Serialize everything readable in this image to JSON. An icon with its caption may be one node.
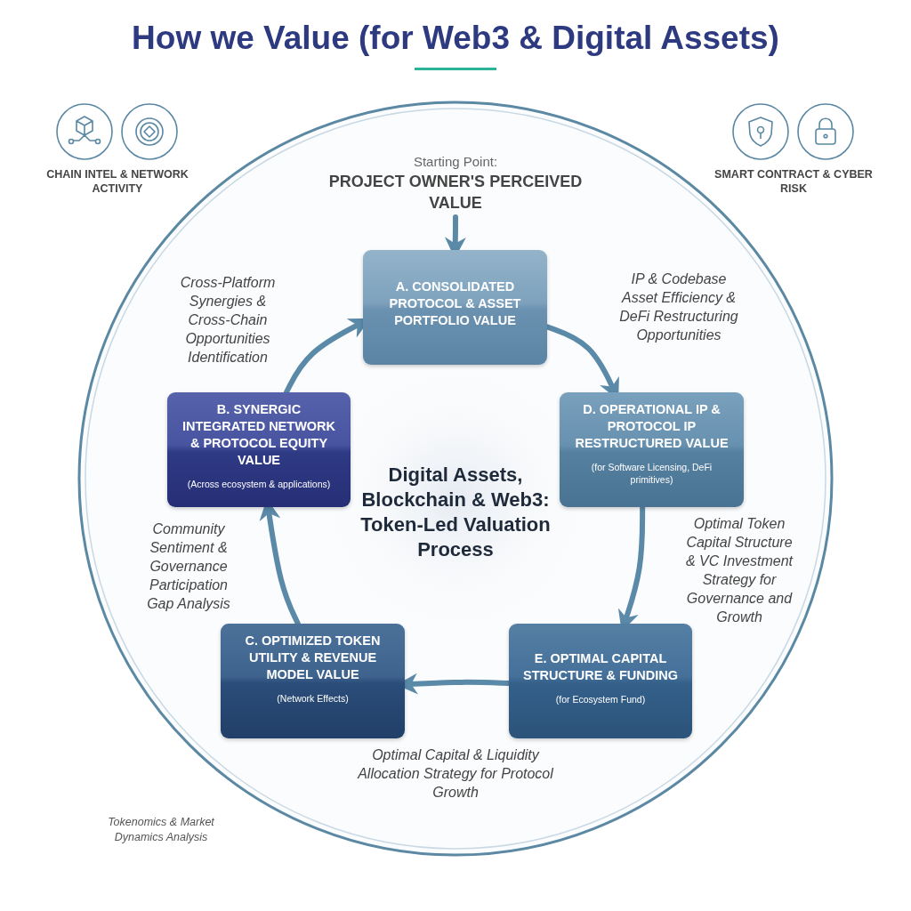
{
  "diagram": {
    "title": "How we Value (for Web3 & Digital Assets)",
    "nodes": [
      {
        "text": [
          "Starting Point:",
          "PROJECT OWNER'S PERCEIVED VALUE"
        ]
      },
      {
        "text": [
          "A. CONSOLIDATED PROTOCOL & ASSET PORTFOLIO VALUE"
        ]
      },
      {
        "text": [
          "D. OPERATIONAL IP & PROTOCOL IP RESTRUCTURED VALUE",
          "(for Software Licensing, DeFi primitives)"
        ]
      },
      {
        "text": [
          "E. OPTIMAL CAPITAL STRUCTURE & FUNDING",
          "(for Ecosystem Fund)"
        ]
      },
      {
        "text": [
          "C. OPTIMIZED TOKEN UTILITY & REVENUE MODEL VALUE",
          "(Network Effects)"
        ]
      },
      {
        "text": [
          "B. SYNERGIC INTEGRATED NETWORK & PROTOCOL EQUITY VALUE",
          "(Across ecosystem & applications)"
        ]
      }
    ],
    "edges": [
      {
        "from": 0,
        "to": 1,
        "arrow": "to"
      },
      {
        "from": 1,
        "to": 2,
        "arrow": "to",
        "label": "IP & Codebase Asset Efficiency & DeFi Restructuring Opportunities"
      },
      {
        "from": 2,
        "to": 3,
        "arrow": "to",
        "label": "Optimal Token Capital Structure & VC Investment Strategy for Governance and Growth"
      },
      {
        "from": 3,
        "to": 4,
        "arrow": "to",
        "label": "Optimal Capital & Liquidity Allocation Strategy for Protocol Growth"
      },
      {
        "from": 4,
        "to": 5,
        "arrow": "to",
        "label": "Community Sentiment & Governance Participation Gap Analysis"
      },
      {
        "from": 5,
        "to": 1,
        "arrow": "to",
        "label": "Cross-Platform Synergies & Cross-Chain Opportunities Identification"
      }
    ],
    "labels": [
      "CHAIN INTEL & NETWORK ACTIVITY",
      "SMART CONTRACT & CYBER RISK",
      "Digital Assets, Blockchain & Web3: Token-Led Valuation Process",
      "Tokenomics & Market Dynamics Analysis"
    ]
  }
}
